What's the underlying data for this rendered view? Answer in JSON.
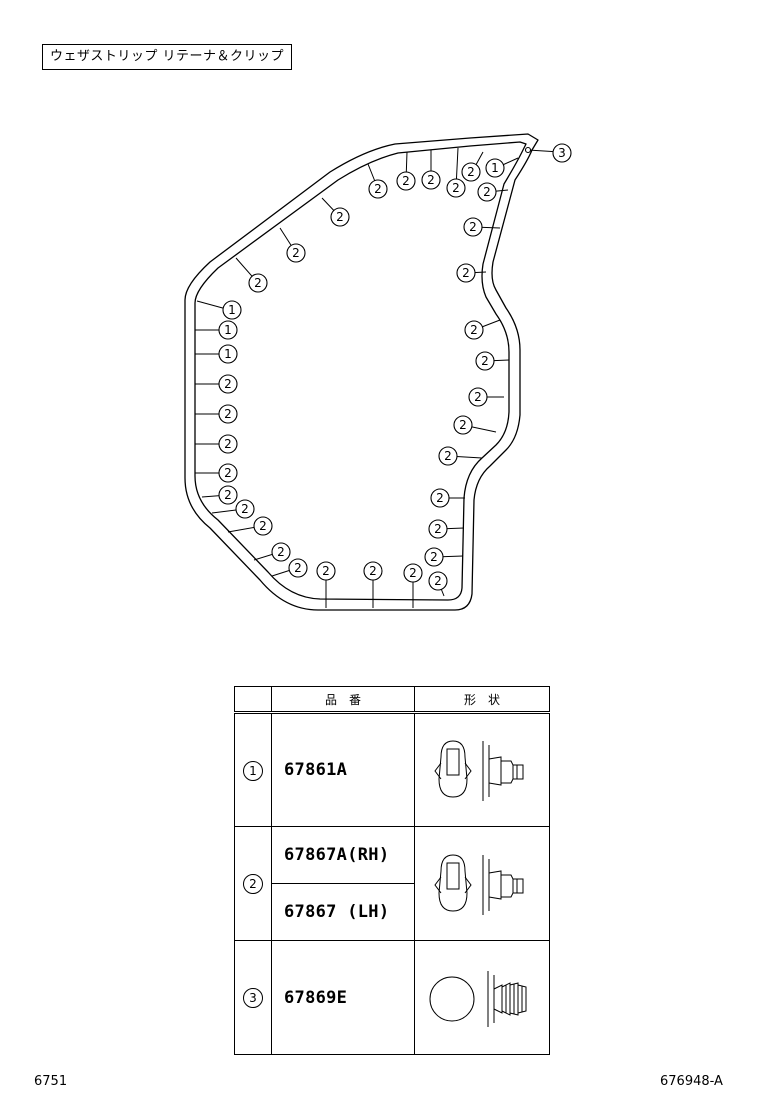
{
  "title": "ウェザストリップ  リテーナ＆クリップ",
  "callout_labels": {
    "c1": "1",
    "c2": "2",
    "c3": "3"
  },
  "table": {
    "headers": {
      "part_number": "品　番",
      "shape": "形　状"
    },
    "rows": [
      {
        "index": "1",
        "parts": [
          "67861A"
        ],
        "shape_icon": "retainer-clip-icon"
      },
      {
        "index": "2",
        "parts": [
          "67867A(RH)",
          "67867 (LH)"
        ],
        "shape_icon": "retainer-clip-icon"
      },
      {
        "index": "3",
        "parts": [
          "67869E"
        ],
        "shape_icon": "push-clip-icon"
      }
    ]
  },
  "footer": {
    "left": "6751",
    "right": "676948-A"
  }
}
